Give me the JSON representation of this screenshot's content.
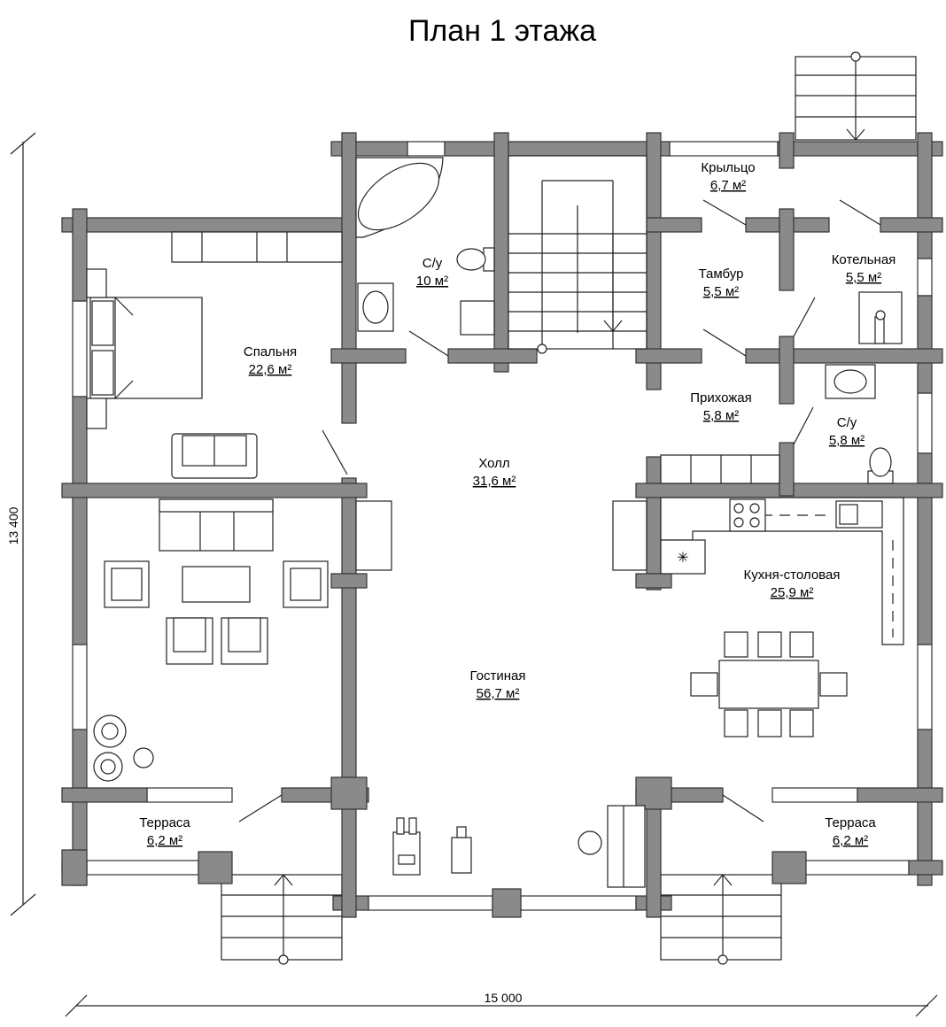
{
  "title": "План 1 этажа",
  "dimensions": {
    "width": "15 000",
    "height": "13 400"
  },
  "rooms": {
    "kryltso": {
      "name": "Крыльцо",
      "area": "6,7 м²"
    },
    "su_top": {
      "name": "С/у",
      "area": "10 м²"
    },
    "tambur": {
      "name": "Тамбур",
      "area": "5,5 м²"
    },
    "kotelnaya": {
      "name": "Котельная",
      "area": "5,5 м²"
    },
    "spalnya": {
      "name": "Спальня",
      "area": "22,6 м²"
    },
    "prikhozhaya": {
      "name": "Прихожая",
      "area": "5,8 м²"
    },
    "su_right": {
      "name": "С/у",
      "area": "5,8 м²"
    },
    "kholl": {
      "name": "Холл",
      "area": "31,6 м²"
    },
    "kukhnya": {
      "name": "Кухня-столовая",
      "area": "25,9 м²"
    },
    "gostinaya": {
      "name": "Гостиная",
      "area": "56,7 м²"
    },
    "terrasa_left": {
      "name": "Терраса",
      "area": "6,2 м²"
    },
    "terrasa_right": {
      "name": "Терраса",
      "area": "6,2 м²"
    }
  }
}
